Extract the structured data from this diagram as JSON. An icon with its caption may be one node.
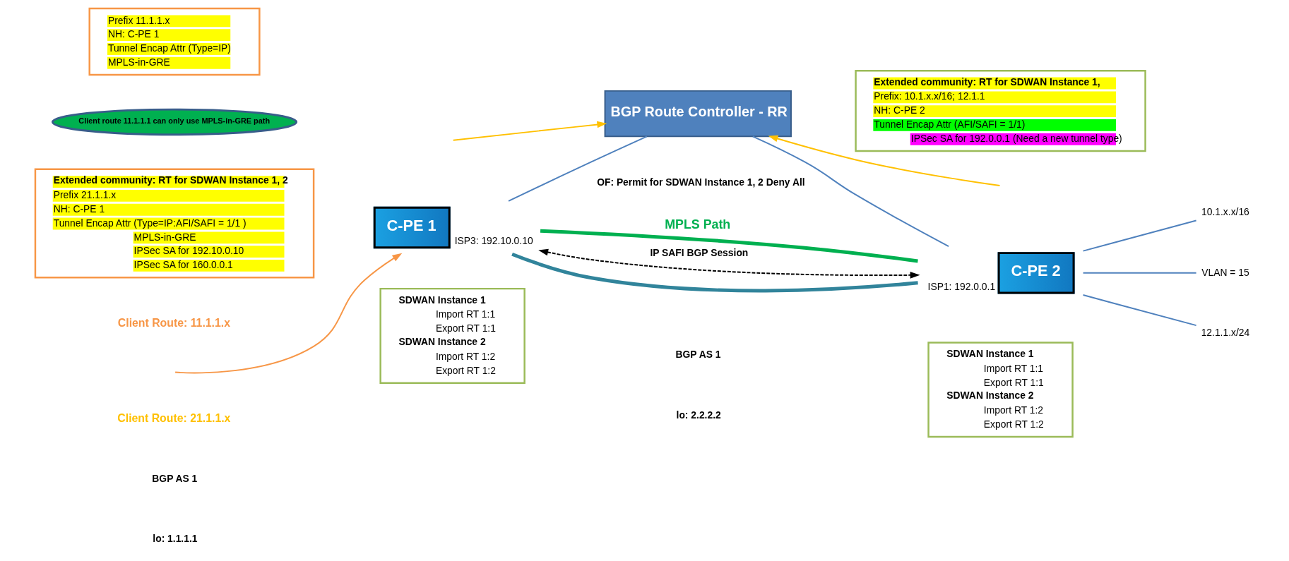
{
  "diagram": {
    "nodes": [
      {
        "text": [
          "Prefix 11.1.1.x",
          "NH: C-PE 1",
          "Tunnel Encap Attr (Type=IP)",
          "MPLS-in-GRE"
        ]
      },
      {
        "text": [
          "Client route 11.1.1.1 can only use MPLS-in-GRE path"
        ]
      },
      {
        "text": [
          "Extended community: RT for SDWAN Instance 1,",
          "Prefix: 10.1.x.x/16; 12.1.1",
          "NH: C-PE 2",
          "Tunnel Encap Attr (AFI/SAFI = 1/1)",
          "IPSec SA for 192.0.0.1 (Need a new tunnel type)"
        ]
      },
      {
        "text": [
          "BGP Route Controller - RR"
        ]
      },
      {
        "text": [
          "Extended community: RT for SDWAN Instance 1, 2",
          "Prefix 21.1.1.x",
          "NH: C-PE 1",
          "Tunnel Encap Attr (Type=IP:AFI/SAFI = 1/1 )",
          "MPLS-in-GRE",
          "IPSec SA for 192.10.0.10",
          "IPSec SA for 160.0.0.1"
        ]
      },
      {
        "text": [
          "C-PE 1"
        ],
        "beside": [
          "ISP3: 192.10.0.10"
        ]
      },
      {
        "text": [
          "C-PE 2"
        ],
        "beside": [
          "ISP1: 192.0.0.1"
        ]
      },
      {
        "text": [
          "10.1.x.x/16"
        ]
      },
      {
        "text": [
          "VLAN = 15"
        ]
      },
      {
        "text": [
          "12.1.1.x/24"
        ]
      },
      {
        "text": [
          "SDWAN Instance 1",
          "Import RT 1:1",
          "Export RT 1:1",
          "SDWAN Instance 2",
          "Import RT 1:2",
          "Export RT 1:2"
        ]
      },
      {
        "text": [
          "SDWAN Instance 1",
          "Import RT 1:1",
          "Export RT 1:1",
          "SDWAN Instance 2",
          "Import RT 1:2",
          "Export RT 1:2"
        ]
      }
    ],
    "edges": [
      {
        "from": 5,
        "to": 3,
        "arrow": "none"
      },
      {
        "from": 6,
        "to": 3,
        "arrow": "none"
      },
      {
        "from": null,
        "to": 3,
        "arrow": "to",
        "color": "#ffc000"
      },
      {
        "from": null,
        "to": 3,
        "arrow": "to",
        "color": "#ffc000"
      },
      {
        "from": 5,
        "to": 6,
        "arrow": "both",
        "style": "dashed",
        "color": "#000000",
        "label": "IP SAFI BGP Session"
      },
      {
        "from": 5,
        "to": 6,
        "arrow": "none",
        "style": "thick",
        "color": "#00b050",
        "label": "MPLS Path"
      },
      {
        "from": 5,
        "to": 6,
        "arrow": "none",
        "style": "thick",
        "color": "#31849b"
      },
      {
        "from": null,
        "to": 5,
        "arrow": "to",
        "color": "#f79646"
      },
      {
        "from": 6,
        "to": 7,
        "arrow": "none"
      },
      {
        "from": 6,
        "to": 8,
        "arrow": "none"
      },
      {
        "from": 6,
        "to": 9,
        "arrow": "none"
      }
    ],
    "labels": [
      "Client Route: 11.1.1.x",
      "Client Route: 21.1.1.x",
      "OF: Permit for SDWAN Instance 1, 2 Deny All",
      "BGP AS 1",
      "lo: 1.1.1.1",
      "BGP AS 1",
      "lo: 2.2.2.2"
    ]
  }
}
